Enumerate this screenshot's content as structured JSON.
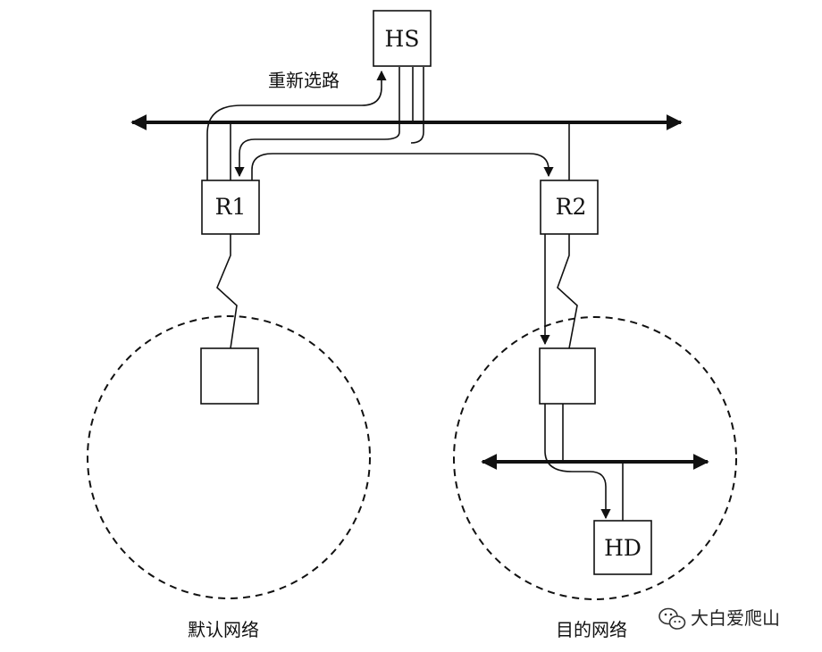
{
  "nodes": {
    "hs": "HS",
    "r1": "R1",
    "r2": "R2",
    "hd": "HD"
  },
  "labels": {
    "redirect": "重新选路",
    "default_network": "默认网络",
    "destination_network": "目的网络"
  },
  "watermark": {
    "text": "大白爱爬山",
    "icon": "wechat-icon"
  }
}
